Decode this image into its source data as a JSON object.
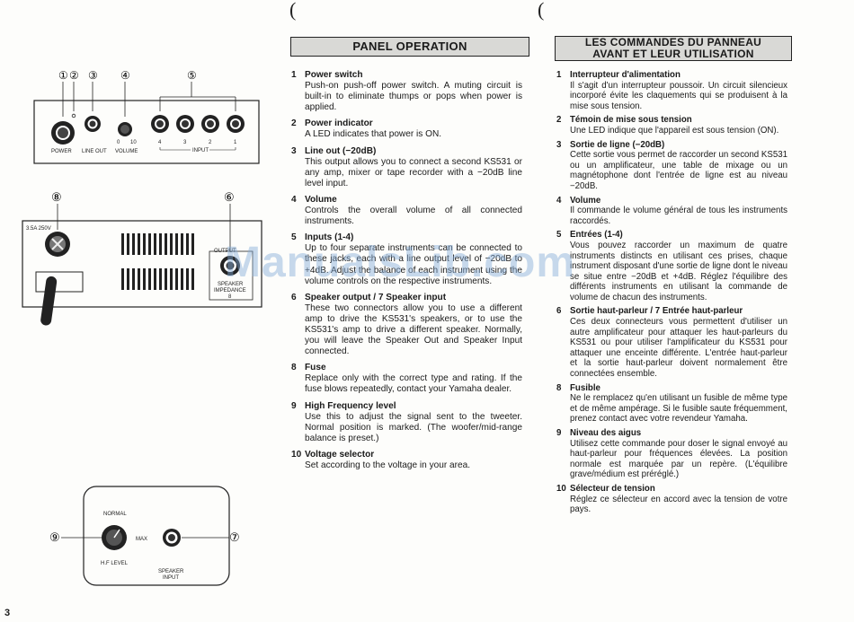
{
  "page_number": "3",
  "watermark": "ManualsLib.com",
  "left_paren": "(",
  "english": {
    "title": "PANEL OPERATION",
    "items": [
      {
        "num": "1",
        "title": "Power switch",
        "body": "Push-on push-off power switch. A muting circuit is built-in to eliminate thumps or pops when power is applied."
      },
      {
        "num": "2",
        "title": "Power indicator",
        "body": "A LED indicates that power is ON."
      },
      {
        "num": "3",
        "title": "Line out (−20dB)",
        "body": "This output allows you to connect a second KS531 or any amp, mixer or tape recorder with a −20dB line level input."
      },
      {
        "num": "4",
        "title": "Volume",
        "body": "Controls the overall volume of all connected instruments."
      },
      {
        "num": "5",
        "title": "Inputs (1-4)",
        "body": "Up to four separate instruments can be connected to these jacks, each with a line output level of −20dB to +4dB. Adjust the balance of each instrument using the volume controls on the respective instruments."
      },
      {
        "num": "6",
        "title": "Speaker output / 7 Speaker input",
        "body": "These two connectors allow you to use a different amp to drive the KS531's speakers, or to use the KS531's amp to drive a different speaker. Normally, you will leave the Speaker Out and Speaker Input connected."
      },
      {
        "num": "8",
        "title": "Fuse",
        "body": "Replace only with the correct type and rating. If the fuse blows repeatedly, contact your Yamaha dealer."
      },
      {
        "num": "9",
        "title": "High Frequency level",
        "body": "Use this to adjust the signal sent to the tweeter. Normal position is marked. (The woofer/mid-range balance is preset.)"
      },
      {
        "num": "10",
        "title": "Voltage selector",
        "body": "Set according to the voltage in your area."
      }
    ]
  },
  "french": {
    "title_line1": "LES COMMANDES DU PANNEAU",
    "title_line2": "AVANT ET LEUR UTILISATION",
    "items": [
      {
        "num": "1",
        "title": "Interrupteur d'alimentation",
        "body": "Il s'agit d'un interrupteur poussoir. Un circuit silencieux incorporé évite les claquements qui se produisent à la mise sous tension."
      },
      {
        "num": "2",
        "title": "Témoin de mise sous tension",
        "body": "Une LED indique que l'appareil est sous tension (ON)."
      },
      {
        "num": "3",
        "title": "Sortie de ligne (−20dB)",
        "body": "Cette sortie vous permet de raccorder un second KS531 ou un amplificateur, une table de mixage ou un magnétophone dont l'entrée de ligne est au niveau −20dB."
      },
      {
        "num": "4",
        "title": "Volume",
        "body": "Il commande le volume général de tous les instruments raccordés."
      },
      {
        "num": "5",
        "title": "Entrées (1-4)",
        "body": "Vous pouvez raccorder un maximum de quatre instruments distincts en utilisant ces prises, chaque instrument disposant d'une sortie de ligne dont le niveau se situe entre −20dB et +4dB. Réglez l'équilibre des différents instruments en utilisant la commande de volume de chacun des instruments."
      },
      {
        "num": "6",
        "title": "Sortie haut-parleur / 7 Entrée haut-parleur",
        "body": "Ces deux connecteurs vous permettent d'utiliser un autre amplificateur pour attaquer les haut-parleurs du KS531 ou pour utiliser l'amplificateur du KS531 pour attaquer une enceinte différente. L'entrée haut-parleur et la sortie haut-parleur doivent normalement être connectées ensemble."
      },
      {
        "num": "8",
        "title": "Fusible",
        "body": "Ne le remplacez qu'en utilisant un fusible de même type et de même ampérage. Si le fusible saute fréquemment, prenez contact avec votre revendeur Yamaha."
      },
      {
        "num": "9",
        "title": "Niveau des aigus",
        "body": "Utilisez cette commande pour doser le signal envoyé au haut-parleur pour fréquences élevées. La position normale est marquée par un repère. (L'équilibre grave/médium est préréglé.)"
      },
      {
        "num": "10",
        "title": "Sélecteur de tension",
        "body": "Réglez ce sélecteur en accord avec la tension de votre pays."
      }
    ]
  },
  "diagram_front": {
    "callouts": [
      "①",
      "②",
      "③",
      "④",
      "⑤"
    ],
    "power": "POWER",
    "line_out": "LINE OUT",
    "volume": "VOLUME",
    "vol_min": "0",
    "vol_max": "10",
    "input": "INPUT",
    "input_nums": [
      "4",
      "3",
      "2",
      "1"
    ]
  },
  "diagram_rear": {
    "callouts": [
      "⑧",
      "⑥"
    ],
    "fuse_rating": "3.5A 250V",
    "output": "OUTPUT",
    "speaker": "SPEAKER",
    "impedance": "IMPEDANCE",
    "ohms": "8"
  },
  "diagram_hf": {
    "callouts": [
      "⑨",
      "⑦"
    ],
    "normal": "NORMAL",
    "max": "MAX",
    "hf_level": "H.F LEVEL",
    "speaker": "SPEAKER",
    "input": "INPUT"
  }
}
